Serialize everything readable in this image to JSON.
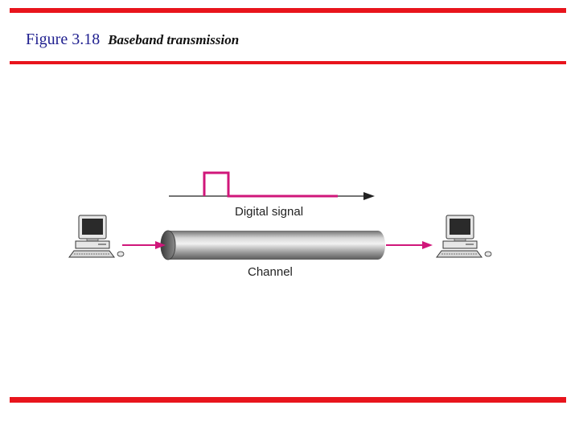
{
  "figure": {
    "number": "Figure 3.18",
    "caption": "Baseband transmission"
  },
  "diagram": {
    "signal_label": "Digital signal",
    "channel_label": "Channel"
  },
  "colors": {
    "accent_bar": "#e8141c",
    "title": "#1f1f8f",
    "signal": "#d0167a"
  },
  "icons": [
    "computer-sender-icon",
    "computer-receiver-icon"
  ]
}
